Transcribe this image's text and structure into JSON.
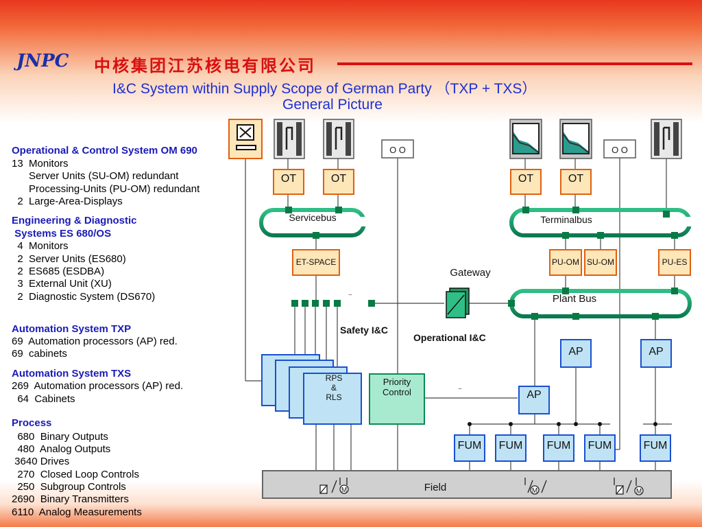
{
  "header": {
    "company_cn": "中核集团江苏核电有限公司",
    "logo_text": "JNPC",
    "title_line1": "I&C System within Supply Scope of German Party （TXP + TXS）",
    "title_line2": "General Picture"
  },
  "left_panel": {
    "om690_heading": "Operational & Control System OM 690",
    "om690_items": [
      "13  Monitors",
      "      Server Units (SU-OM) redundant",
      "      Processing-Units (PU-OM) redundant",
      "  2  Large-Area-Displays"
    ],
    "es680_heading_1": "Engineering & Diagnostic",
    "es680_heading_2": " Systems ES 680/OS",
    "es680_items": [
      "  4  Monitors",
      "  2  Server Units (ES680)",
      "  2  ES685 (ESDBA)",
      "  3  External Unit (XU)",
      "  2  Diagnostic System (DS670)"
    ],
    "txp_heading": "Automation System TXP",
    "txp_items": [
      "69  Automation processors (AP) red.",
      "69  cabinets"
    ],
    "txs_heading": "Automation System TXS",
    "txs_items": [
      "269  Automation processors (AP) red.",
      "  64  Cabinets"
    ],
    "process_heading": "Process",
    "process_items": [
      "  680  Binary Outputs",
      "  480  Analog Outputs",
      " 3640 Drives",
      "  270  Closed Loop Controls",
      "  250  Subgroup Controls",
      "2690  Binary Transmitters",
      "6110  Analog Measurements"
    ]
  },
  "diagram": {
    "ot_label": "OT",
    "servicebus": "Servicebus",
    "terminalbus": "Terminalbus",
    "et_space": "ET-SPACE",
    "pu_om": "PU-OM",
    "su_om": "SU-OM",
    "pu_es": "PU-ES",
    "gateway": "Gateway",
    "plant_bus": "Plant Bus",
    "safety_ic": "Safety I&C",
    "operational_ic": "Operational I&C",
    "ap_label": "AP",
    "rps_rls_1": "RPS",
    "rps_rls_2": "&",
    "rps_rls_3": "RLS",
    "priority_1": "Priority",
    "priority_2": "Control",
    "fum_label": "FUM",
    "field": "Field",
    "printer_dots": "O  O",
    "motor_symbol": "M"
  }
}
